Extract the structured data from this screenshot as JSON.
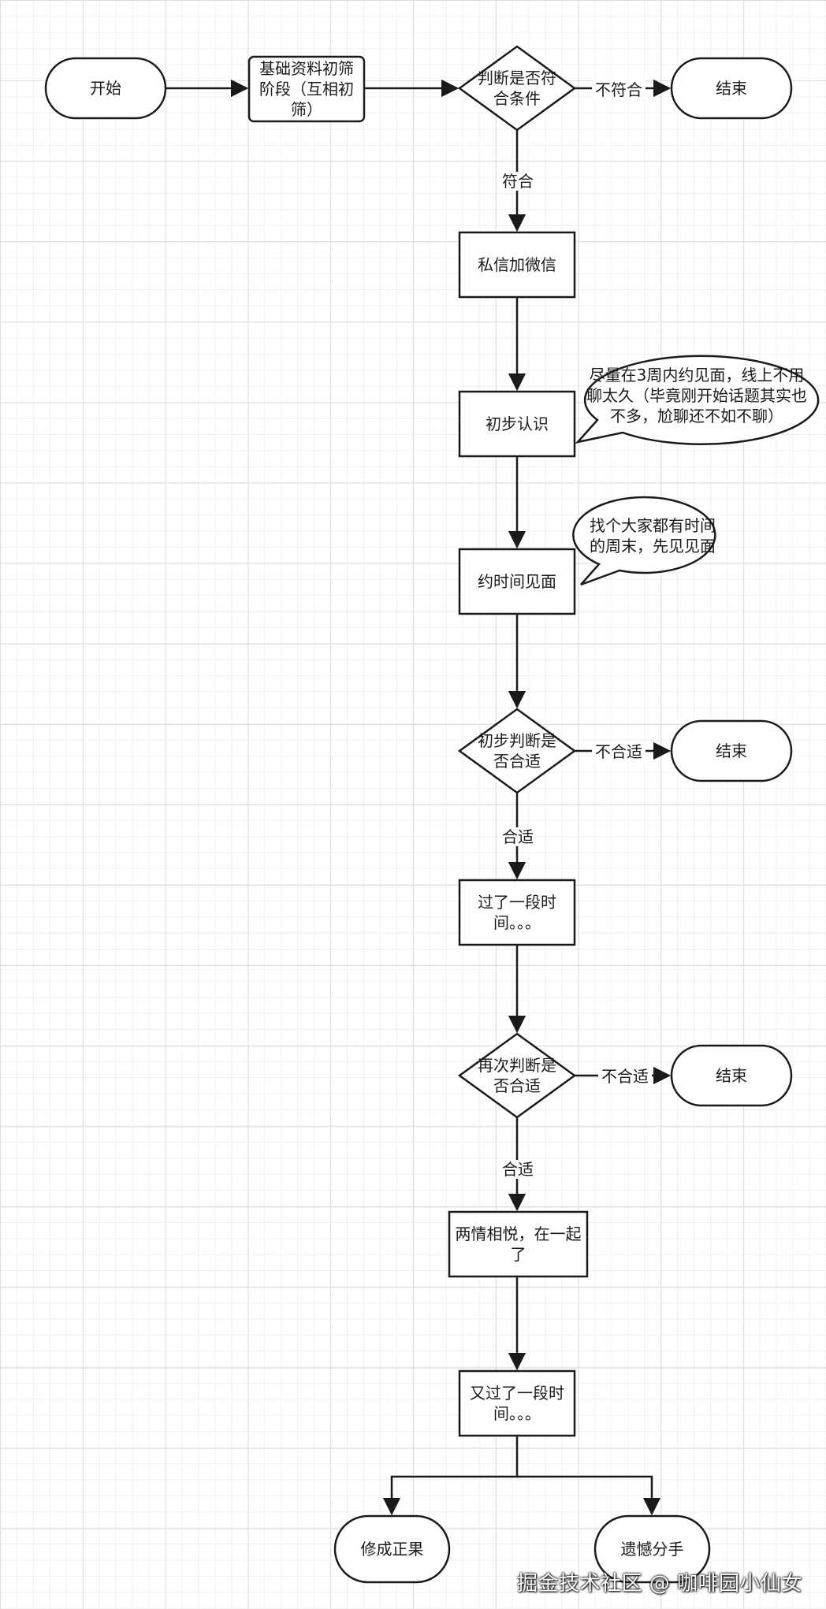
{
  "nodes": {
    "start": "开始",
    "screen": "基础资料初筛阶段（互相初筛）",
    "judge1": "判断是否符合条件",
    "end1": "结束",
    "wechat": "私信加微信",
    "meet": "初步认识",
    "date": "约时间见面",
    "judge2": "初步判断是否合适",
    "end2": "结束",
    "time1": "过了一段时间。。。",
    "judge3": "再次判断是否合适",
    "end3": "结束",
    "together": "两情相悦，在一起了",
    "time2": "又过了一段时间。。。",
    "success": "修成正果",
    "breakup": "遗憾分手"
  },
  "notes": {
    "note1": "尽量在3周内约见面，线上不用聊太久（毕竟刚开始话题其实也不多，尬聊还不如不聊）",
    "note2": "找个大家都有时间的周末，先见见面"
  },
  "edge_labels": {
    "no_match": "不符合",
    "match": "符合",
    "unsuitable1": "不合适",
    "suitable1": "合适",
    "unsuitable2": "不合适",
    "suitable2": "合适"
  },
  "watermark": "掘金技术社区 @ 咖啡园小仙女",
  "colors": {
    "stroke": "#1a1a1a",
    "fill": "#ffffff"
  }
}
